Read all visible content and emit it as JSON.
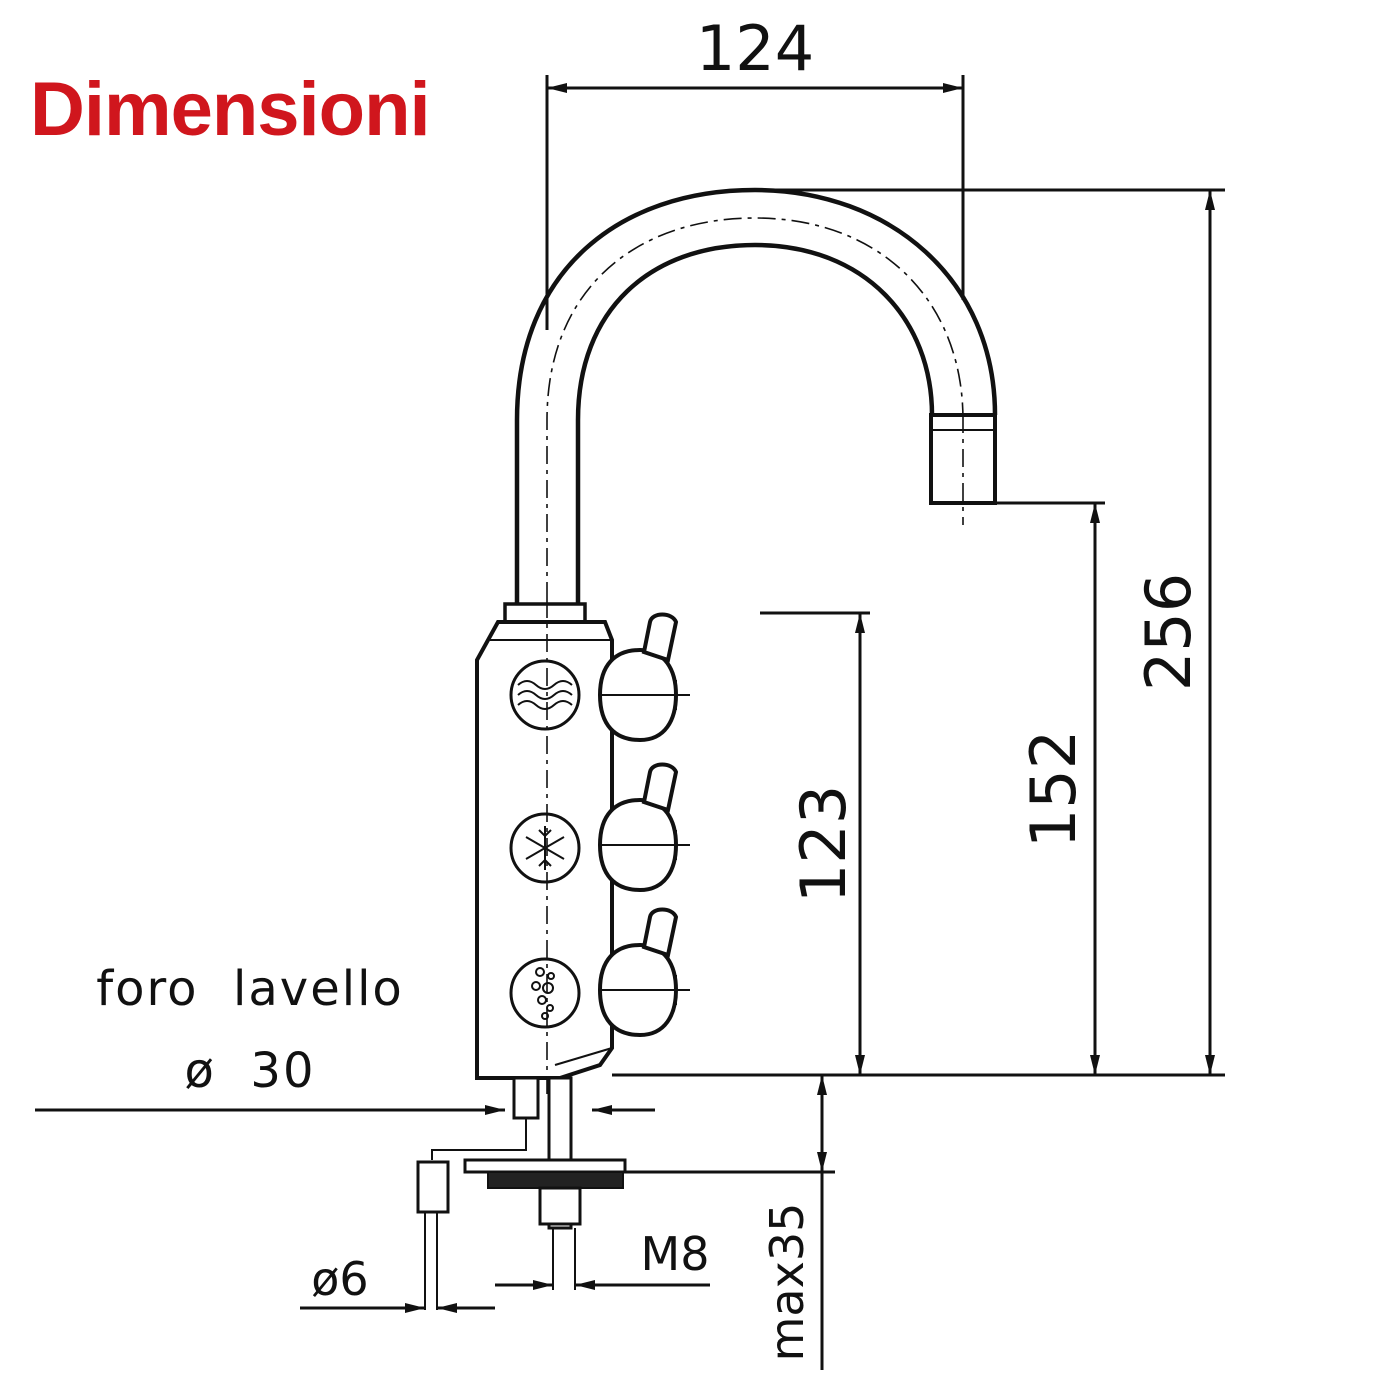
{
  "title": "Dimensioni",
  "dimensions": {
    "spout_reach": "124",
    "total_height": "256",
    "spout_height": "152",
    "body_height": "123",
    "thread": "M8",
    "tube_diameter": "ø6",
    "max_thickness": "max35"
  },
  "sink_hole": {
    "label": "foro  lavello",
    "diameter": "ø  30"
  },
  "icons": {
    "knob_1": "wave-icon",
    "knob_2": "snowflake-icon",
    "knob_3": "sparkling-bubbles-icon"
  },
  "colors": {
    "title": "#d0161d",
    "lines": "#111111"
  }
}
